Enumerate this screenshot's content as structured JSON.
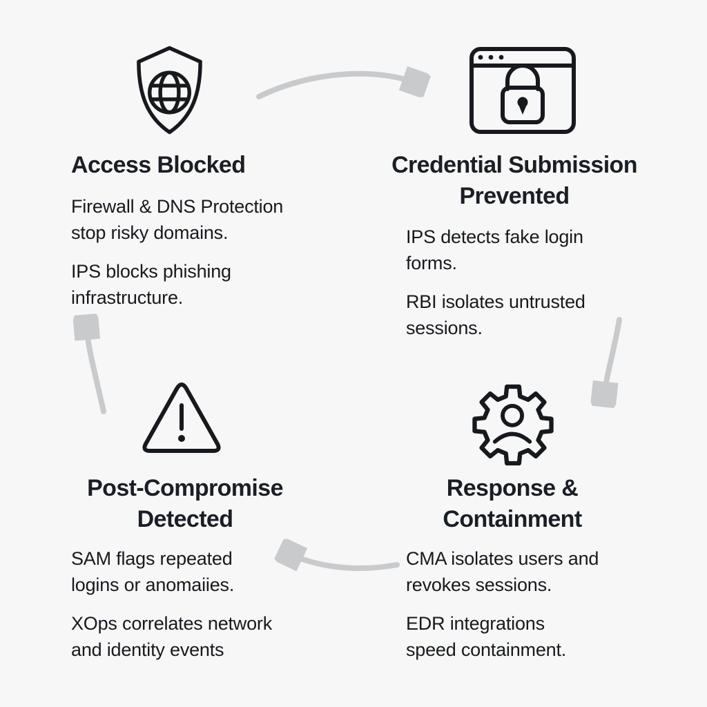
{
  "diagram": {
    "name": "phishing-defense-cycle",
    "background_color": "#f7f7f8",
    "arrow_color": "#c9cacb",
    "icon_color": "#17191d",
    "heading_color": "#1b1e24",
    "body_color": "#17191d",
    "steps": [
      {
        "name": "access-blocked",
        "icon": "shield-globe-icon",
        "title": "Access Blocked",
        "title_lines": [
          "Access Blocked"
        ],
        "points": [
          {
            "lines": [
              "Firewall & DNS Protection",
              "stop risky domains."
            ]
          },
          {
            "lines": [
              "IPS blocks phishing",
              "infrastructure."
            ]
          }
        ]
      },
      {
        "name": "credential-submission-prevented",
        "icon": "browser-lock-icon",
        "title": "Credential Submission Prevented",
        "title_lines": [
          "Credential Submission",
          "Prevented"
        ],
        "points": [
          {
            "lines": [
              "IPS detects fake login",
              "forms."
            ]
          },
          {
            "lines": [
              "RBI isolates untrusted",
              "sessions."
            ]
          }
        ]
      },
      {
        "name": "response-containment",
        "icon": "gear-user-icon",
        "title": "Response & Containment",
        "title_lines": [
          "Response &",
          "Containment"
        ],
        "points": [
          {
            "lines": [
              "CMA isolates users and",
              "revokes sessions."
            ]
          },
          {
            "lines": [
              "EDR integrations",
              "speed containment."
            ]
          }
        ]
      },
      {
        "name": "post-compromise-detected",
        "icon": "warning-triangle-icon",
        "title": "Post-Compromise Detected",
        "title_lines": [
          "Post-Compromise",
          "Detected"
        ],
        "points": [
          {
            "lines": [
              "SAM flags repeated",
              "logins or anomaiies."
            ]
          },
          {
            "lines": [
              "XOps correlates network",
              "and identity events"
            ]
          }
        ]
      }
    ],
    "arrows": [
      {
        "name": "arrow-top",
        "from": "access-blocked",
        "to": "credential-submission-prevented",
        "direction": "right"
      },
      {
        "name": "arrow-right",
        "from": "credential-submission-prevented",
        "to": "response-containment",
        "direction": "down"
      },
      {
        "name": "arrow-bottom",
        "from": "response-containment",
        "to": "post-compromise-detected",
        "direction": "left"
      },
      {
        "name": "arrow-left",
        "from": "post-compromise-detected",
        "to": "access-blocked",
        "direction": "up"
      }
    ]
  }
}
